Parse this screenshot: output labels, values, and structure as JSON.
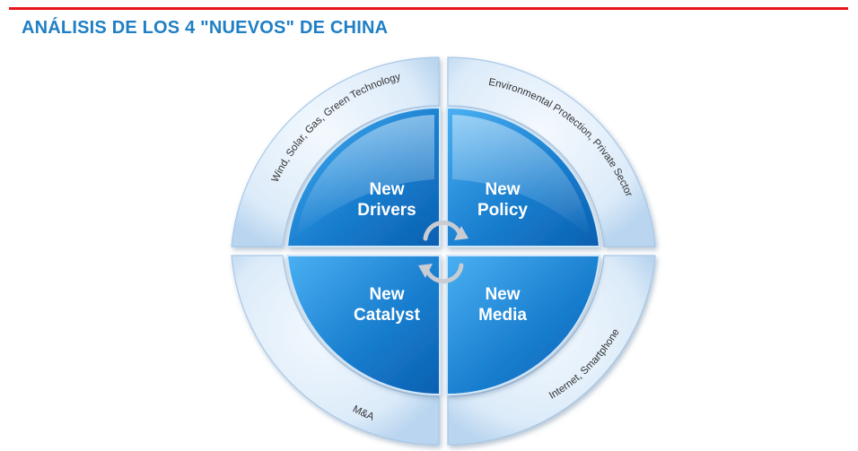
{
  "title": "ANÁLISIS DE LOS 4 \"NUEVOS\" DE CHINA",
  "colors": {
    "rule": "#e8161b",
    "title": "#1f7fc4",
    "quadrant_light": "#3fa3ea",
    "quadrant_dark": "#0a5fb0",
    "ring_light": "#f4f9fe",
    "ring_dark": "#b9d5ef"
  },
  "quadrants": {
    "top_left": {
      "line1": "New",
      "line2": "Drivers",
      "ring_label": "Wind, Solar, Gas, Green Technology"
    },
    "top_right": {
      "line1": "New",
      "line2": "Policy",
      "ring_label": "Environmental Protection, Private Sector"
    },
    "bottom_left": {
      "line1": "New",
      "line2": "Catalyst",
      "ring_label": "M&A"
    },
    "bottom_right": {
      "line1": "New",
      "line2": "Media",
      "ring_label": "Internet, Smartphone"
    }
  },
  "center_icon": "cycle-arrows-icon"
}
